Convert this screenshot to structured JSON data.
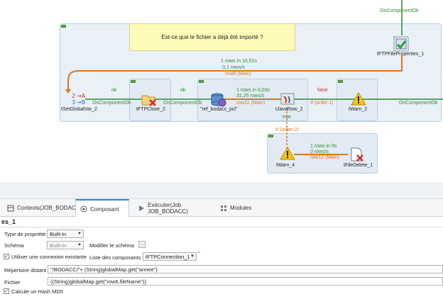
{
  "canvas": {
    "note_text": "Est-ce que le fichier a déjà été importé ?",
    "components": {
      "tftp_file_properties": "tFTPFileProperties_1",
      "tset_global_var": "tSetGlobalVar_2",
      "tftp_close": "tFTPClose_2",
      "ref_bodacc": "\"ref_bodacc_pcl\"",
      "tjava_row": "tJavaRow_2",
      "twarn_2": "tWarn_2",
      "twarn_4": "tWarn_4",
      "tfile_delete": "tFileDelete_1"
    },
    "links": {
      "top_on_component_ok": "OnComponentOk",
      "row9_stats_1": "1 rows in 10,51s",
      "row9_stats_2": "0,1 rows/s",
      "row9_label": "row9 (Main)",
      "ok_1": "ok",
      "on_component_ok_1": "OnComponentOk",
      "ok_2": "ok",
      "row11_stats_1": "1 rows in 0,03s",
      "row11_stats_2": "31,25 rows/s",
      "row11_label": "row11 (Main)",
      "false_label": "false",
      "if_order1": "If (order:1)",
      "on_component_ok_right": "OnComponentOk",
      "true_label": "true",
      "if_order2": "If (order:2)",
      "row12_stats_1": "1 rows in 0s",
      "row12_stats_2": "0 rows/s",
      "row12_label": "row12 (Main)"
    }
  },
  "tabs": [
    {
      "label": "Contexts(JOB_BODACC)",
      "icon": "contexts-icon"
    },
    {
      "label": "Composant",
      "icon": "component-icon",
      "active": true
    },
    {
      "label": "Exécuter(Job JOB_BODACC)",
      "icon": "run-icon"
    },
    {
      "label": "Modules",
      "icon": "modules-icon"
    }
  ],
  "props": {
    "title": "es_1",
    "property_type_label": "Type de propriété",
    "property_type_value": "Built-In",
    "schema_label": "Schéma",
    "schema_value": "Built-In",
    "edit_schema_label": "Modifier le schéma",
    "edit_schema_btn": "...",
    "use_existing_conn_label": "Utiliser une connexion existante",
    "use_existing_conn_checked": "✓",
    "component_list_label": "Liste des composants",
    "component_list_value": "tFTPConnection_1",
    "remote_dir_label": "Répertoire distant",
    "remote_dir_value": "\"/BODACC/\"+ (String)globalMap.get(\"annee\")",
    "file_label": "Fichier",
    "file_value": "((String)globalMap.get(\"row6.fileName\"))",
    "hash_md5_label": "Calcule un Hash MD5",
    "hash_md5_checked": "✓"
  },
  "colors": {
    "ok_link": "#2e8b2e",
    "main_link": "#d9761c",
    "subjob_bg": "#e9f0f6",
    "subjob_border": "#b9d0e2",
    "note_bg": "#fdfbb8",
    "active_tab_accent": "#3b7fc4"
  }
}
